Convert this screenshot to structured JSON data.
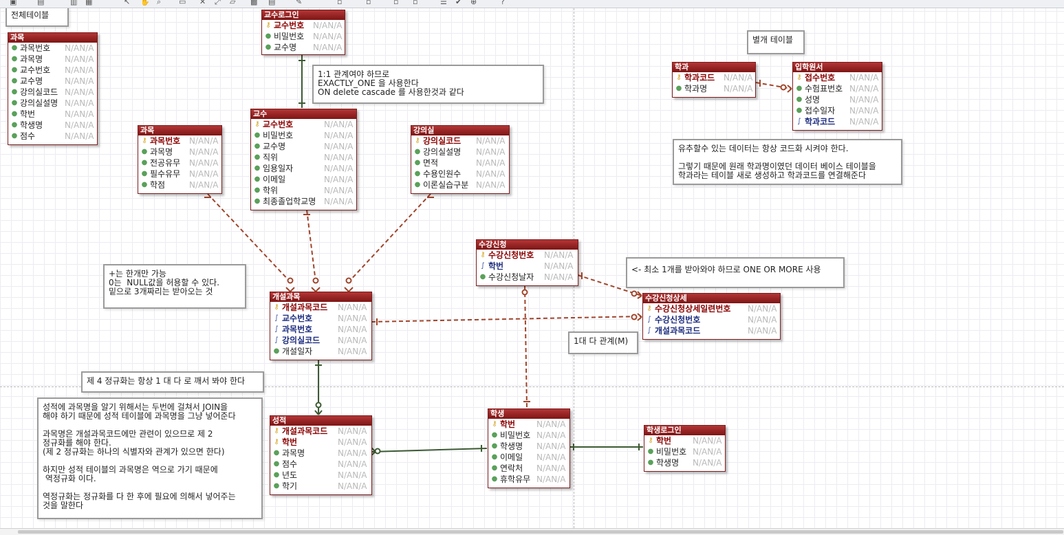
{
  "notes": {
    "all_tables": "전체테이블",
    "separate_tables": "별개 테이블",
    "one_to_one": "1:1 관계여야 하므로\nEXACTLY_ONE 을 사용한다\nON delete cascade 를 사용한것과 같다",
    "code_tip": "유추할수 있는 데이터는 항상 코드화 시켜야 한다.\n\n그렇기 때문에 원래 학과명이였던 데이터 베이스 테이블을\n학과라는 테이블 새로 생성하고 학과코드를 연결해준다",
    "plus_zero": "+는 한개만 가능\n0는  NULL값을 허용할 수 있다.\n밑으로 3개짜리는 받아오는 것",
    "one_or_more": "<- 최소 1개를 받아와야 하므로 ONE OR MORE 사용",
    "one_to_many": "1대 다 관계(M)",
    "fourth_nf": "제 4 정규화는 항상 1 대 다 로 깨서 봐야 한다",
    "grade_note": "성적에 과목명을 알기 위해서는 두번에 걸쳐서 JOIN을\n해야 하기 때문에 성적 테이블에 과목명을 그냥 넣어준다\n\n과목명은 개설과목코드에만 관련이 있으므로 제 2\n정규화를 해야 한다.\n(제 2 정규화는 하나의 식별자와 관계가 있으면 한다)\n\n하지만 성적 테이블의 과목명은 역으로 가기 때문에\n 역정규화 이다.\n\n역정규화는 정규화를 다 한 후에 필요에 의해서 넣어주는\n것을 말한다"
  },
  "entities": {
    "course_all": {
      "title": "과목",
      "cols": [
        {
          "name": "과목번호",
          "type": "N/AN/A",
          "kind": "attr"
        },
        {
          "name": "과목명",
          "type": "N/AN/A",
          "kind": "attr"
        },
        {
          "name": "교수번호",
          "type": "N/AN/A",
          "kind": "attr"
        },
        {
          "name": "교수명",
          "type": "N/AN/A",
          "kind": "attr"
        },
        {
          "name": "강의실코드",
          "type": "N/AN/A",
          "kind": "attr"
        },
        {
          "name": "강의실설명",
          "type": "N/AN/A",
          "kind": "attr"
        },
        {
          "name": "학번",
          "type": "N/AN/A",
          "kind": "attr"
        },
        {
          "name": "학생명",
          "type": "N/AN/A",
          "kind": "attr"
        },
        {
          "name": "점수",
          "type": "N/AN/A",
          "kind": "attr"
        }
      ]
    },
    "prof_login": {
      "title": "교수로그인",
      "cols": [
        {
          "name": "교수번호",
          "type": "N/AN/A",
          "kind": "pkfk"
        },
        {
          "name": "비밀번호",
          "type": "N/AN/A",
          "kind": "attr"
        },
        {
          "name": "교수명",
          "type": "N/AN/A",
          "kind": "attr"
        }
      ]
    },
    "professor": {
      "title": "교수",
      "cols": [
        {
          "name": "교수번호",
          "type": "N/AN/A",
          "kind": "pk"
        },
        {
          "name": "비밀번호",
          "type": "N/AN/A",
          "kind": "attr"
        },
        {
          "name": "교수명",
          "type": "N/AN/A",
          "kind": "attr"
        },
        {
          "name": "직위",
          "type": "N/AN/A",
          "kind": "attr"
        },
        {
          "name": "임용일자",
          "type": "N/AN/A",
          "kind": "attr"
        },
        {
          "name": "이메일",
          "type": "N/AN/A",
          "kind": "attr"
        },
        {
          "name": "학위",
          "type": "N/AN/A",
          "kind": "attr"
        },
        {
          "name": "최종졸업학교명",
          "type": "N/AN/A",
          "kind": "attr"
        }
      ]
    },
    "course": {
      "title": "과목",
      "cols": [
        {
          "name": "과목번호",
          "type": "N/AN/A",
          "kind": "pk"
        },
        {
          "name": "과목명",
          "type": "N/AN/A",
          "kind": "attr"
        },
        {
          "name": "전공유무",
          "type": "N/AN/A",
          "kind": "attr"
        },
        {
          "name": "필수유무",
          "type": "N/AN/A",
          "kind": "attr"
        },
        {
          "name": "학점",
          "type": "N/AN/A",
          "kind": "attr"
        }
      ]
    },
    "classroom": {
      "title": "강의실",
      "cols": [
        {
          "name": "강의실코드",
          "type": "N/AN/A",
          "kind": "pk"
        },
        {
          "name": "강의실설명",
          "type": "N/AN/A",
          "kind": "attr"
        },
        {
          "name": "면적",
          "type": "N/AN/A",
          "kind": "attr"
        },
        {
          "name": "수용인원수",
          "type": "N/AN/A",
          "kind": "attr"
        },
        {
          "name": "이론실습구분",
          "type": "N/AN/A",
          "kind": "attr"
        }
      ]
    },
    "department": {
      "title": "학과",
      "cols": [
        {
          "name": "학과코드",
          "type": "N/AN/A",
          "kind": "pk"
        },
        {
          "name": "학과명",
          "type": "N/AN/A",
          "kind": "attr"
        }
      ]
    },
    "application": {
      "title": "입학원서",
      "cols": [
        {
          "name": "접수번호",
          "type": "N/AN/A",
          "kind": "pk"
        },
        {
          "name": "수험표번호",
          "type": "N/AN/A",
          "kind": "attr"
        },
        {
          "name": "성명",
          "type": "N/AN/A",
          "kind": "attr"
        },
        {
          "name": "접수일자",
          "type": "N/AN/A",
          "kind": "attr"
        },
        {
          "name": "학과코드",
          "type": "N/AN/A",
          "kind": "fk"
        }
      ]
    },
    "enrollment": {
      "title": "수강신청",
      "cols": [
        {
          "name": "수강신청번호",
          "type": "N/AN/A",
          "kind": "pk"
        },
        {
          "name": "학번",
          "type": "N/AN/A",
          "kind": "fk"
        },
        {
          "name": "수강신청날자",
          "type": "N/AN/A",
          "kind": "attr"
        }
      ]
    },
    "opened_course": {
      "title": "개설과목",
      "cols": [
        {
          "name": "개설과목코드",
          "type": "N/AN/A",
          "kind": "pk"
        },
        {
          "name": "교수번호",
          "type": "N/AN/A",
          "kind": "fk"
        },
        {
          "name": "과목번호",
          "type": "N/AN/A",
          "kind": "fk"
        },
        {
          "name": "강의실코드",
          "type": "N/AN/A",
          "kind": "fk"
        },
        {
          "name": "개설일자",
          "type": "N/AN/A",
          "kind": "attr"
        }
      ]
    },
    "enroll_detail": {
      "title": "수강신청상세",
      "cols": [
        {
          "name": "수강신청상세일련번호",
          "type": "N/AN/A",
          "kind": "pk"
        },
        {
          "name": "수강신청번호",
          "type": "N/AN/A",
          "kind": "fk"
        },
        {
          "name": "개설과목코드",
          "type": "N/AN/A",
          "kind": "fk"
        }
      ]
    },
    "grade": {
      "title": "성적",
      "cols": [
        {
          "name": "개설과목코드",
          "type": "N/AN/A",
          "kind": "pkfk"
        },
        {
          "name": "학번",
          "type": "N/AN/A",
          "kind": "pkfk"
        },
        {
          "name": "과목명",
          "type": "N/AN/A",
          "kind": "attr"
        },
        {
          "name": "점수",
          "type": "N/AN/A",
          "kind": "attr"
        },
        {
          "name": "년도",
          "type": "N/AN/A",
          "kind": "attr"
        },
        {
          "name": "학기",
          "type": "N/AN/A",
          "kind": "attr"
        }
      ]
    },
    "student": {
      "title": "학생",
      "cols": [
        {
          "name": "학번",
          "type": "N/AN/A",
          "kind": "pk"
        },
        {
          "name": "비밀번호",
          "type": "N/AN/A",
          "kind": "attr"
        },
        {
          "name": "학생명",
          "type": "N/AN/A",
          "kind": "attr"
        },
        {
          "name": "이메일",
          "type": "N/AN/A",
          "kind": "attr"
        },
        {
          "name": "연락처",
          "type": "N/AN/A",
          "kind": "attr"
        },
        {
          "name": "휴학유무",
          "type": "N/AN/A",
          "kind": "attr"
        }
      ]
    },
    "student_login": {
      "title": "학생로그인",
      "cols": [
        {
          "name": "학번",
          "type": "N/AN/A",
          "kind": "pkfk"
        },
        {
          "name": "비밀번호",
          "type": "N/AN/A",
          "kind": "attr"
        },
        {
          "name": "학생명",
          "type": "N/AN/A",
          "kind": "attr"
        }
      ]
    }
  },
  "colors": {
    "entity_header": "#8b1a1a",
    "identifying_line": "#3c5a32",
    "non_identifying_line": "#a0442a",
    "pk_text": "#8b0000",
    "fk_text": "#1c2c7e"
  },
  "icons": {
    "attr": "attribute-dot-icon",
    "pk": "primary-key-icon",
    "fk": "foreign-key-icon",
    "pkfk": "primary-foreign-key-icon"
  }
}
